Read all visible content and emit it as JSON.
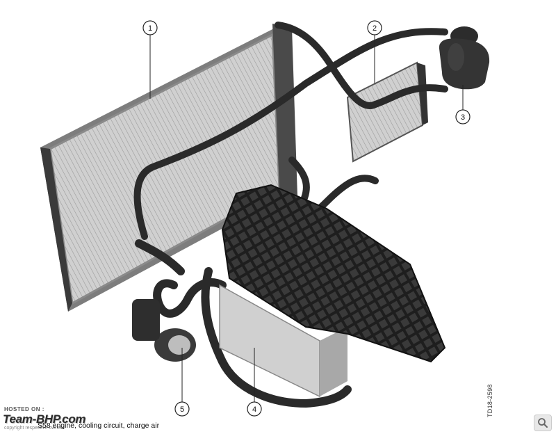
{
  "figure": {
    "callouts": [
      {
        "num": "1",
        "target": "radiator"
      },
      {
        "num": "2",
        "target": "auxiliary-radiator"
      },
      {
        "num": "3",
        "target": "expansion-tank"
      },
      {
        "num": "4",
        "target": "charge-air-cooler"
      },
      {
        "num": "5",
        "target": "electric-coolant-pump"
      }
    ],
    "side_code": "TD18-2598",
    "caption": "S58 engine, cooling circuit, charge air"
  },
  "watermark": {
    "hosted_label": "HOSTED ON :",
    "brand": "Team-BHP.com",
    "copyright": "copyright respective owners"
  },
  "controls": {
    "zoom_icon": "magnifier-icon"
  },
  "colors": {
    "hose": "#2a2a2a",
    "radiator_frame": "#8c8c8c",
    "radiator_core": "#c9c9c9",
    "intake_manifold": "#262626",
    "cooler_body": "#d4d4d4"
  }
}
